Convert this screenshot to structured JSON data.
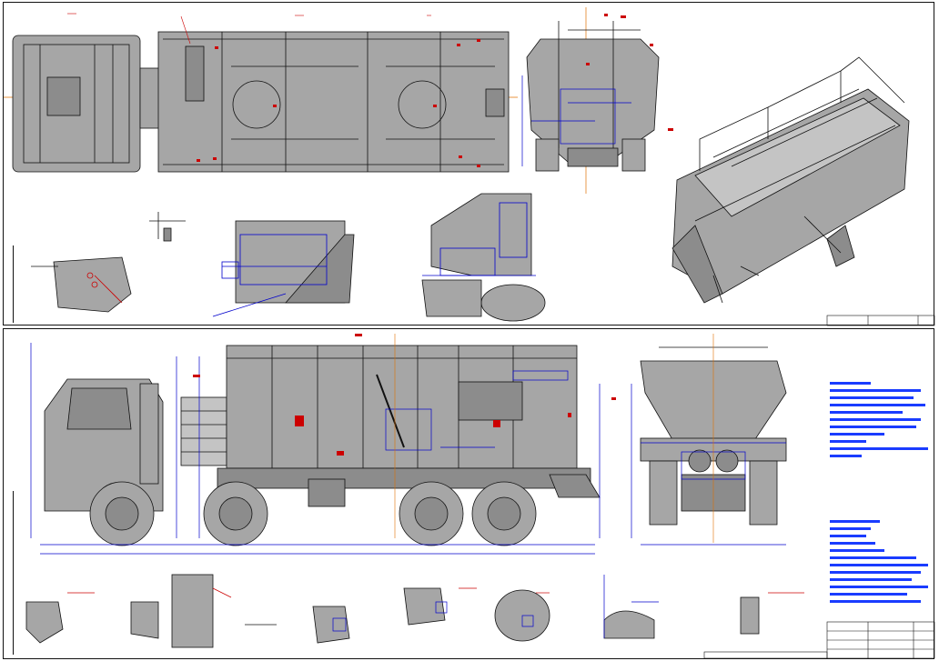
{
  "colors": {
    "drawing_fill": "#a6a6a6",
    "line": "#111111",
    "dimension": "#0000cc",
    "annotation": "#cc0000",
    "axis": "#e07000",
    "background": "#ffffff"
  },
  "sheets": [
    {
      "id": "top",
      "views": [
        "plan-view",
        "rear-view-top",
        "isometric-view",
        "section-detail-a",
        "section-detail-b",
        "section-detail-c",
        "section-detail-d"
      ]
    },
    {
      "id": "bottom",
      "views": [
        "side-view",
        "rear-view",
        "detail-row"
      ]
    }
  ],
  "annotations": {
    "note_block_count": 2,
    "detail_count": 10
  },
  "icons": [
    "truck-cab-icon",
    "wheel-icon",
    "hopper-icon",
    "ladder-icon"
  ]
}
